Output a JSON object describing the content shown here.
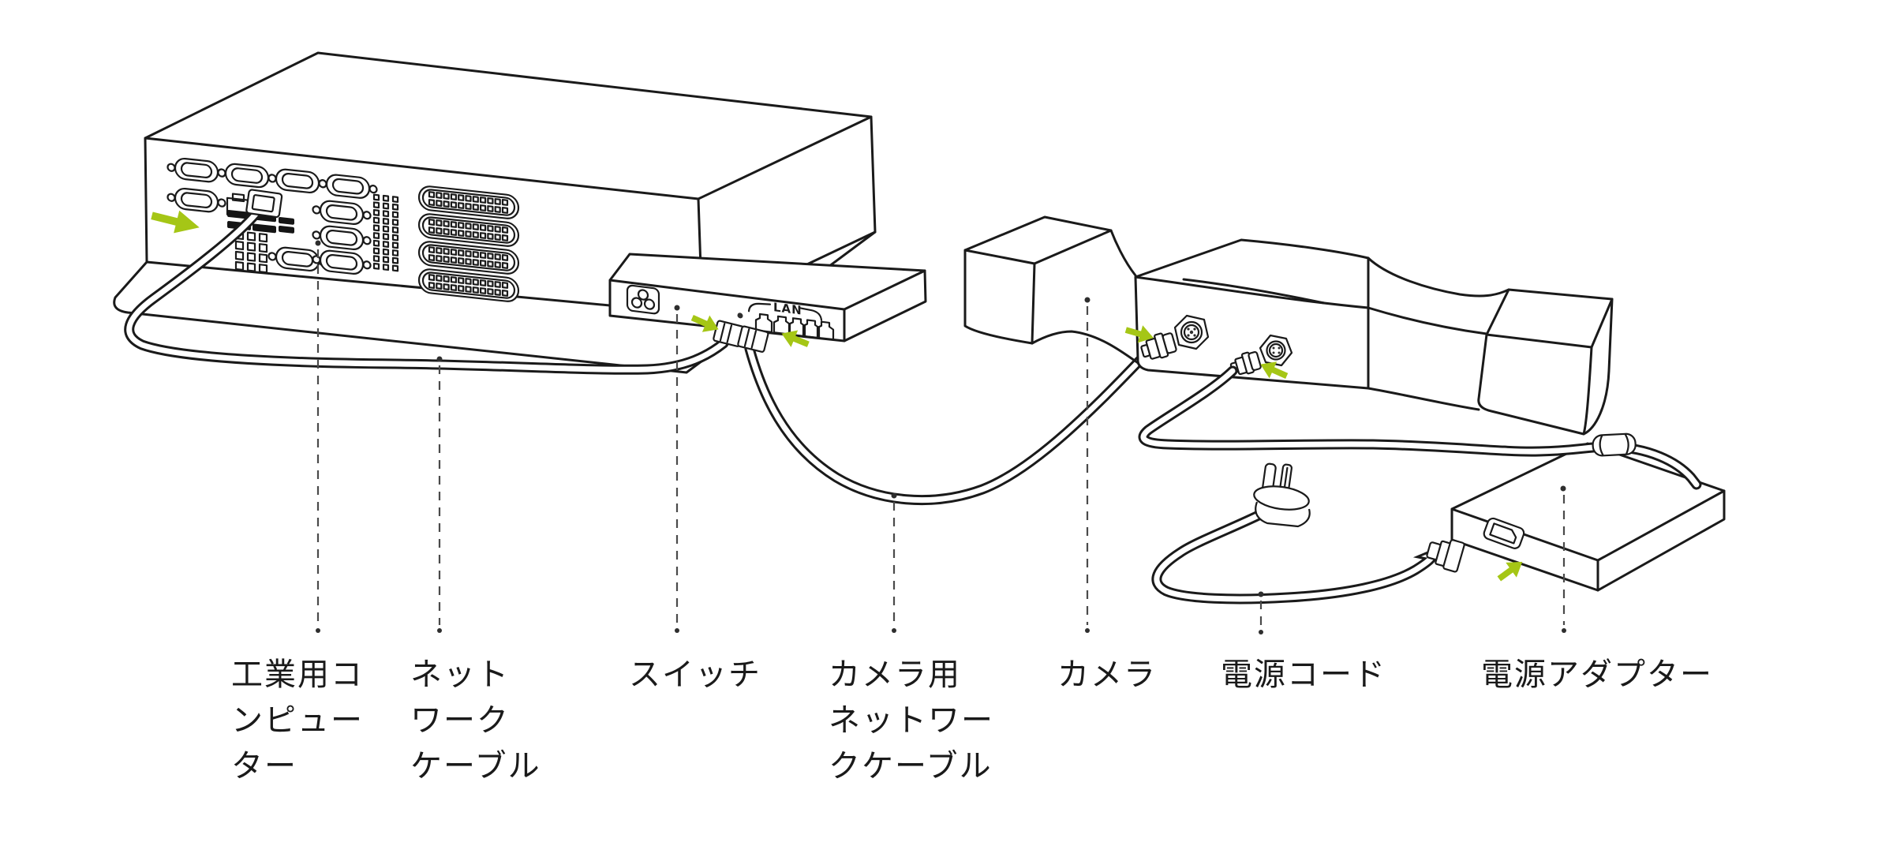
{
  "diagram": {
    "type": "hardware-connection-diagram",
    "colors": {
      "arrow_green": "#a5c616",
      "line": "#1a1a1a",
      "dashed_leader": "#4a4a4a",
      "background": "#ffffff"
    },
    "switch_lan_label": "LAN",
    "labels": [
      {
        "id": "industrial-computer",
        "text": "工業用コンピューター",
        "lines": [
          "工業用コ",
          "ンピュー",
          "ター"
        ]
      },
      {
        "id": "network-cable",
        "text": "ネットワークケーブル",
        "lines": [
          "ネット",
          "ワーク",
          "ケーブル"
        ]
      },
      {
        "id": "switch",
        "text": "スイッチ",
        "lines": [
          "スイッチ"
        ]
      },
      {
        "id": "camera-network-cable",
        "text": "カメラ用ネットワークケーブル",
        "lines": [
          "カメラ用",
          "ネットワー",
          "クケーブル"
        ]
      },
      {
        "id": "camera",
        "text": "カメラ",
        "lines": [
          "カメラ"
        ]
      },
      {
        "id": "power-cord",
        "text": "電源コード",
        "lines": [
          "電源コード"
        ]
      },
      {
        "id": "power-adapter",
        "text": "電源アダプター",
        "lines": [
          "電源アダプター"
        ]
      }
    ]
  }
}
